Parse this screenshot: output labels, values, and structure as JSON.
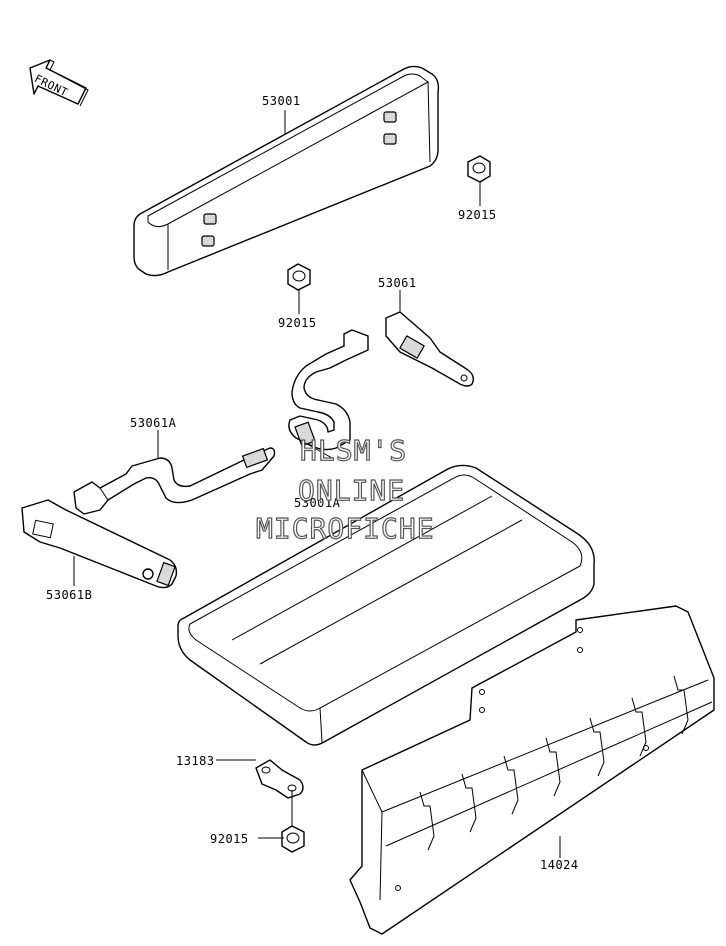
{
  "front_arrow": {
    "label": "FRONT"
  },
  "parts": [
    {
      "part_number": "53001"
    },
    {
      "part_number": "92015"
    },
    {
      "part_number": "92015"
    },
    {
      "part_number": "53061"
    },
    {
      "part_number": "53061A"
    },
    {
      "part_number": "53001A"
    },
    {
      "part_number": "53061B"
    },
    {
      "part_number": "13183"
    },
    {
      "part_number": "92015"
    },
    {
      "part_number": "14024"
    }
  ],
  "watermark": {
    "line1": "HLSM'S",
    "line2": "ONLINE",
    "line3": "MICROFICHE"
  }
}
